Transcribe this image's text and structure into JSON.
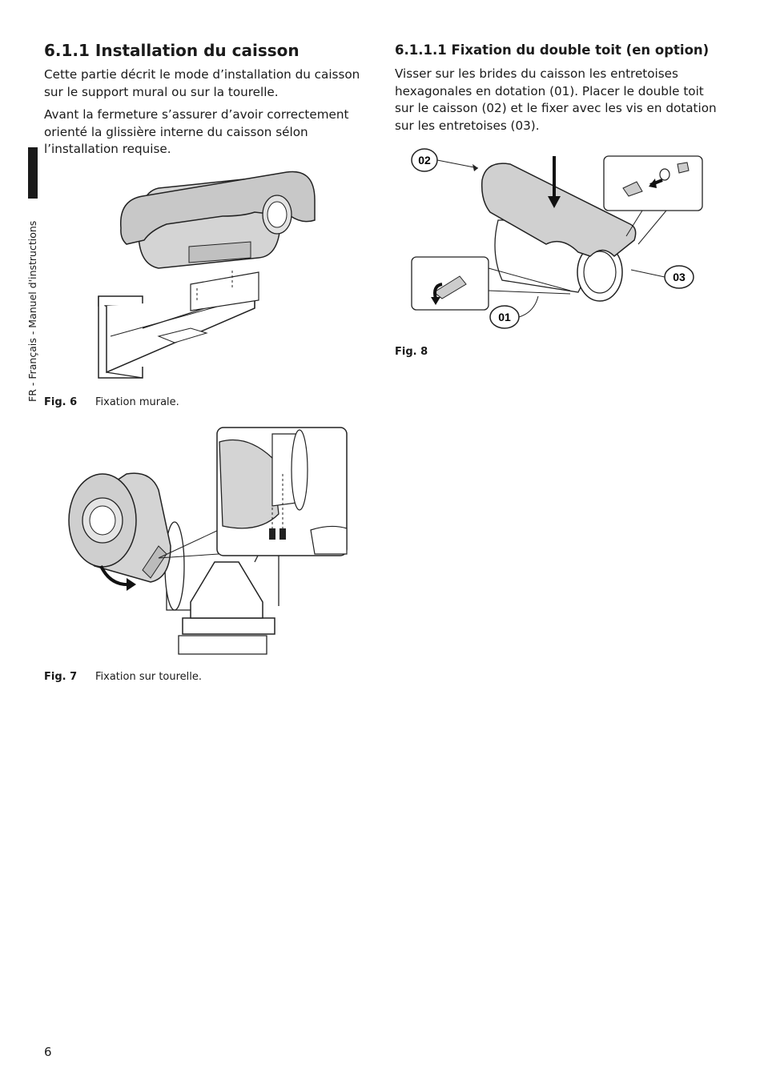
{
  "side_tab": {
    "label": "FR - Français - Manuel d'instructions"
  },
  "left_column": {
    "heading": "6.1.1 Installation du caisson",
    "paragraph1_lines": [
      "Cette partie décrit le mode d’installation du caisson",
      "sur le support mural ou sur la tourelle."
    ],
    "paragraph2_lines": [
      "Avant la fermeture s’assurer d’avoir correctement",
      "orienté la glissière interne du caisson sélon",
      "l’installation requise."
    ],
    "fig6": {
      "number": "Fig. 6",
      "caption": "Fixation murale."
    },
    "fig7": {
      "number": "Fig. 7",
      "caption": "Fixation sur tourelle."
    }
  },
  "right_column": {
    "heading": "6.1.1.1 Fixation du double toit (en option)",
    "paragraph_lines": [
      "Visser sur les brides du caisson les entretoises",
      "hexagonales en dotation (01). Placer le double toit",
      "sur le caisson (02) et le fixer avec les vis en dotation",
      "sur les entretoises (03)."
    ],
    "fig8": {
      "number": "Fig. 8",
      "callouts": [
        "02",
        "03",
        "01"
      ]
    }
  },
  "page_number": "6"
}
